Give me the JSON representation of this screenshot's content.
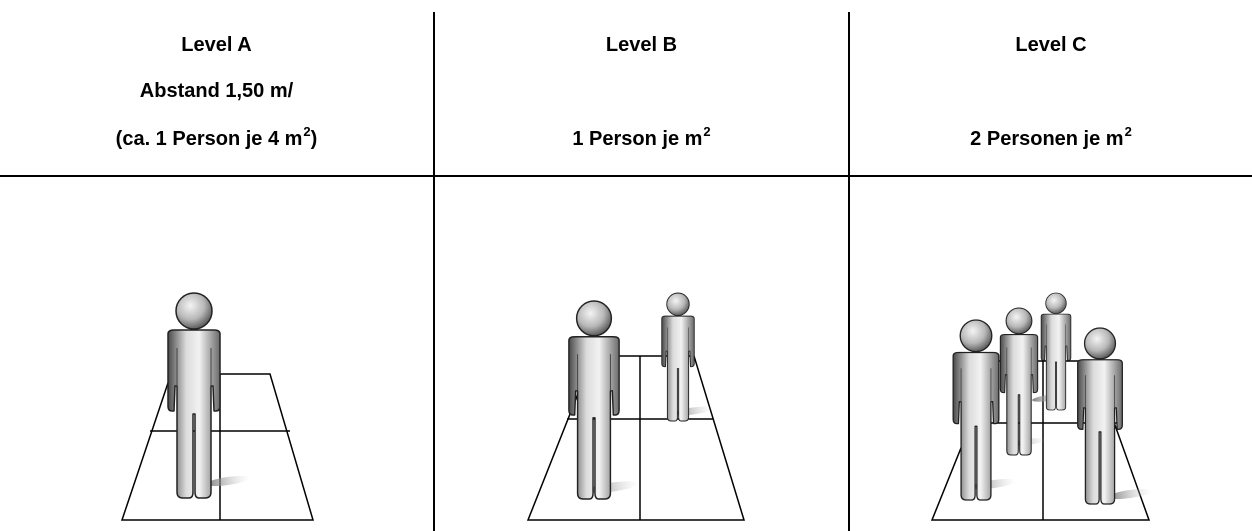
{
  "levels": [
    {
      "title": "Level A",
      "line2": "Abstand 1,50 m/",
      "line3_pre": "(ca. 1 Person je 4 m",
      "line3_sup": "2",
      "line3_post": ")"
    },
    {
      "title": "Level B",
      "line2": "",
      "line3_pre": "1 Person je m",
      "line3_sup": "2",
      "line3_post": ""
    },
    {
      "title": "Level C",
      "line2": "",
      "line3_pre": "2 Personen je m",
      "line3_sup": "2",
      "line3_post": ""
    }
  ],
  "figure_icon": "person-figure",
  "colors": {
    "figure_light": "#e6e6e6",
    "figure_dark": "#555555",
    "shadow": "#9a9a9a",
    "lines": "#000000"
  }
}
